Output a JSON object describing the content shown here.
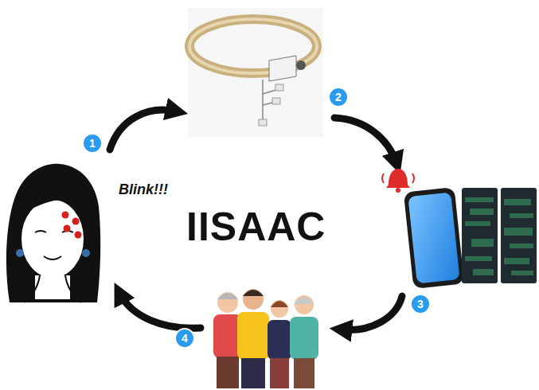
{
  "diagram": {
    "title": "IISAAC",
    "labels": [
      "Blink!!!",
      "1",
      "2",
      "3",
      "4"
    ]
  }
}
